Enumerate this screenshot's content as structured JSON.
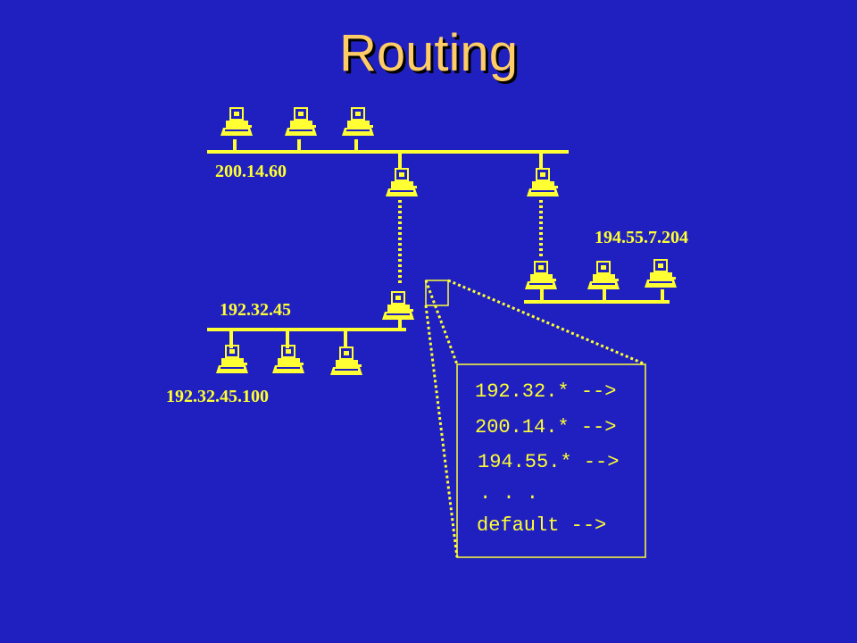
{
  "slide": {
    "title": "Routing",
    "colors": {
      "background": "#2020C0",
      "title": "#FFCC66",
      "diagram": "#FFFF33"
    }
  },
  "diagram": {
    "networks": [
      {
        "id": "net-top",
        "label": "200.14.60"
      },
      {
        "id": "net-right",
        "label": "194.55.7.204"
      },
      {
        "id": "net-bottom",
        "label": "192.32.45"
      }
    ],
    "host_label": "192.32.45.100",
    "icons": {
      "computer": "computer-icon",
      "router": "router-icon"
    }
  },
  "routing_table": {
    "entries": [
      "192.32.* -->",
      "200.14.* -->",
      "194.55.* -->",
      ". . .",
      "default -->"
    ]
  }
}
